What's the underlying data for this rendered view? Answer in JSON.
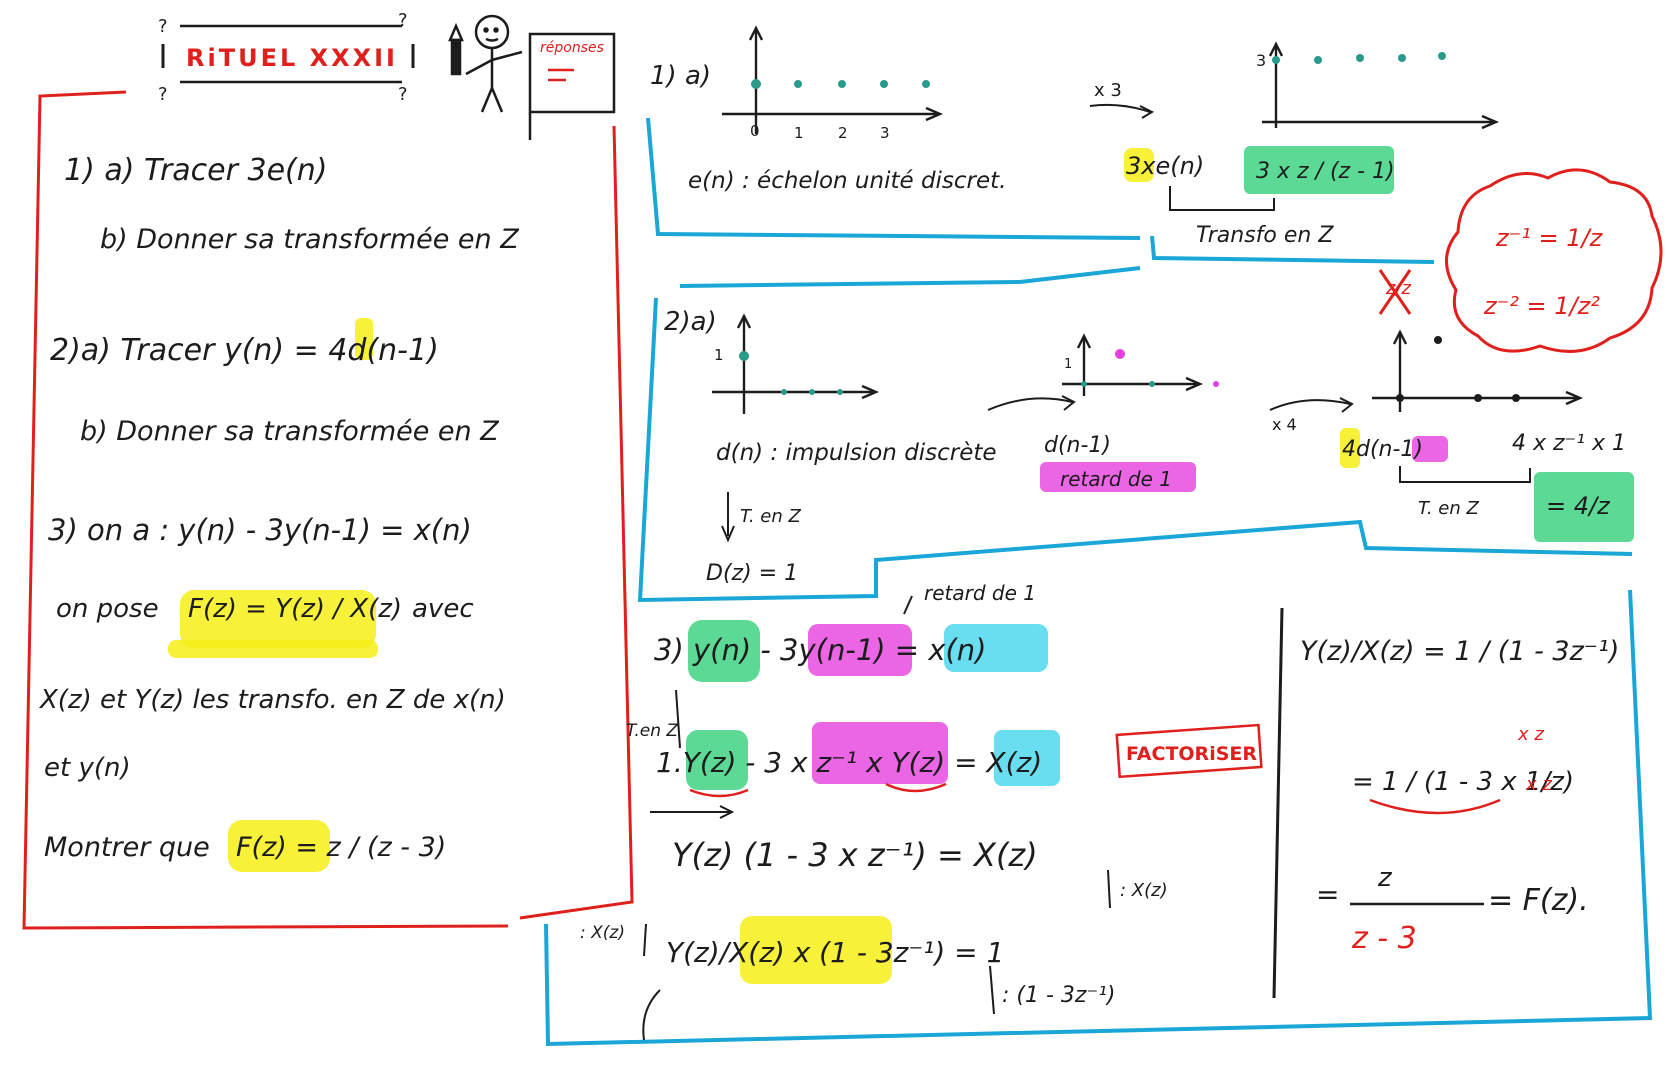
{
  "header": {
    "title": "RiTUEL XXXII",
    "question_marks": "?",
    "responses_sign": "réponses"
  },
  "statement": {
    "q1a": "1) a) Tracer 3e(n)",
    "q1b": "b) Donner sa transformée en Z",
    "q2a": "2)a) Tracer y(n) = 4d(n-1)",
    "q2b": "b) Donner sa transformée en Z",
    "q3_line1": "3) on a : y(n) - 3y(n-1) = x(n)",
    "q3_line2a": "on pose",
    "q3_fz": "F(z) = Y(z) / X(z)",
    "q3_line2b": "avec",
    "q3_line3": "X(z) et Y(z) les transfo. en Z de x(n)",
    "q3_line4": "et y(n)",
    "q3_line5a": "Montrer que",
    "q3_line5b": "F(z) = z / (z - 3)"
  },
  "answer1": {
    "label": "1) a)",
    "ticks": [
      "0",
      "1",
      "2",
      "3"
    ],
    "caption": "e(n) : échelon unité discret.",
    "times3": "x 3",
    "scaled_expr": "3xe(n)",
    "y_tick": "3",
    "transform": "3 x z / (z - 1)",
    "transform_label": "Transfo en Z"
  },
  "note_cloud": {
    "line1": "z⁻¹ = 1/z",
    "line2": "z⁻² = 1/z²"
  },
  "answer2": {
    "label": "2)a)",
    "y_tick": "1",
    "caption": "d(n) : impulsion discrète",
    "shift_expr": "d(n-1)",
    "shift_note": "retard de 1",
    "times4": "x 4",
    "scaled_expr": "4d(n-1)",
    "transform_expr": "4 x z⁻¹ x 1",
    "transform_result": "= 4/z",
    "transform_label": "T. en Z",
    "impulse_transform_label": "T. en Z",
    "impulse_transform": "D(z) = 1",
    "crossed": "z/z"
  },
  "answer3": {
    "retard_note": "retard de 1",
    "eq1": "3) y(n) - 3y(n-1) = x(n)",
    "t_label": "T.en Z",
    "eq2": "1.Y(z) - 3 x z⁻¹ x Y(z) = X(z)",
    "factoriser": "FACTORiSER",
    "eq3": "Y(z) (1 - 3 x z⁻¹) = X(z)",
    "div_xz": ": X(z)",
    "div_xz_left": ": X(z)",
    "eq4": "Y(z)/X(z) x (1 - 3z⁻¹) = 1",
    "div_paren": ": (1 - 3z⁻¹)",
    "right_eq1": "Y(z)/X(z) = 1 / (1 - 3z⁻¹)",
    "right_eq2": "= 1 / (1 - 3 x 1/z)",
    "xz_top": "x z",
    "xz_bottom": "x z",
    "right_eq3_num": "z",
    "right_eq3_den": "z - 3",
    "right_eq3_rhs": "= F(z)."
  },
  "colors": {
    "red": "#e0201c",
    "blue": "#1aa6d6",
    "yellow": "#f6ee16",
    "green": "#33d17a",
    "magenta": "#e640dd",
    "cyan": "#2ad0ea"
  }
}
